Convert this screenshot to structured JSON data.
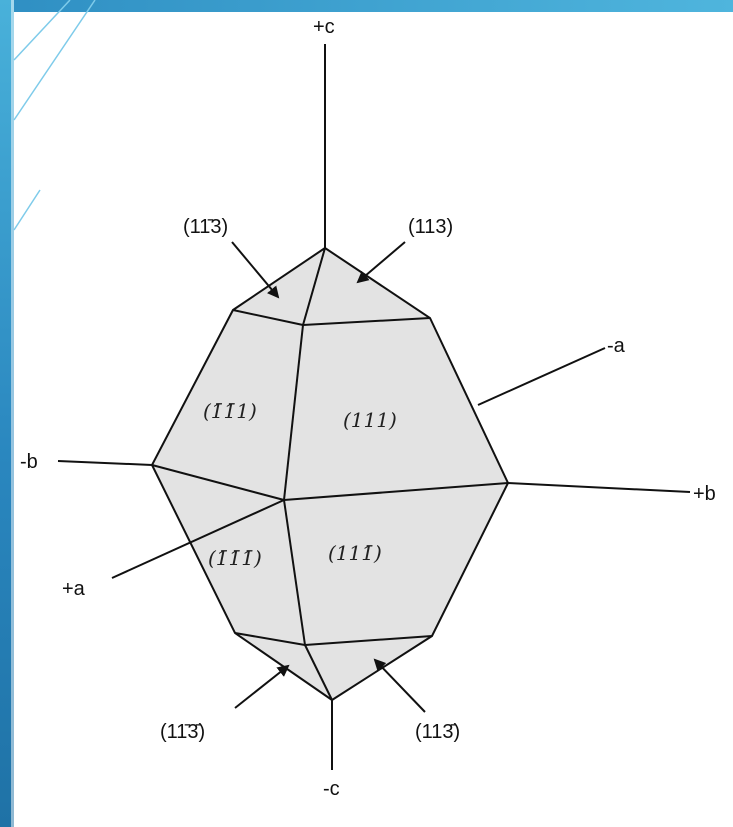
{
  "axes": {
    "plus_c": "+c",
    "minus_c": "-c",
    "plus_b": "+b",
    "minus_b": "-b",
    "plus_a": "+a",
    "minus_a": "-a"
  },
  "faces": {
    "upper_front": "(1̄1̄1)",
    "upper_right": "(111)",
    "lower_front": "(1̄1̄1̄)",
    "lower_right": "(111̄)"
  },
  "callouts": {
    "top_left": "(11̄3)",
    "top_right": "(113)",
    "bottom_left": "(11̄3̄)",
    "bottom_right": "(113̄)"
  },
  "colors": {
    "frame_accent": "#2f8fc3",
    "crystal_fill": "#e3e3e3",
    "line": "#111111"
  }
}
